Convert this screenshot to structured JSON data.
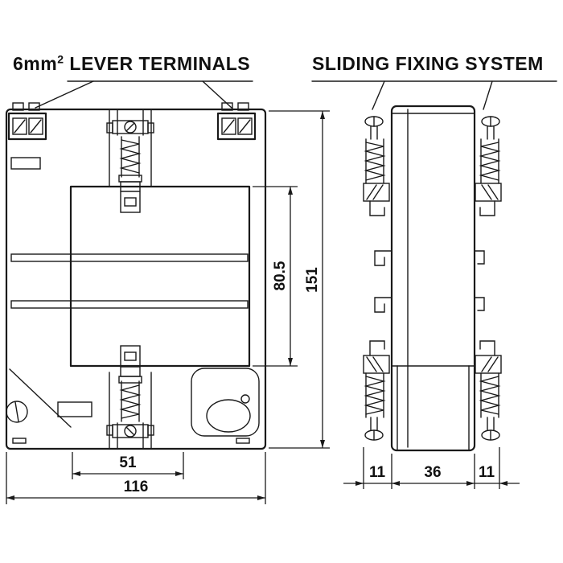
{
  "drawing": {
    "titles": {
      "lever_terminals_prefix": "6mm",
      "lever_terminals_sup": "2",
      "lever_terminals_rest": " LEVER TERMINALS",
      "sliding_fixing": "SLIDING FIXING SYSTEM"
    },
    "dimensions": {
      "front_overall_height": "151",
      "front_window_height": "80.5",
      "front_fixing_span": "51",
      "front_overall_width": "116",
      "side_left_clip": "11",
      "side_body_width": "36",
      "side_right_clip": "11"
    },
    "colors": {
      "line": "#1a1a1a",
      "background": "#ffffff"
    }
  }
}
